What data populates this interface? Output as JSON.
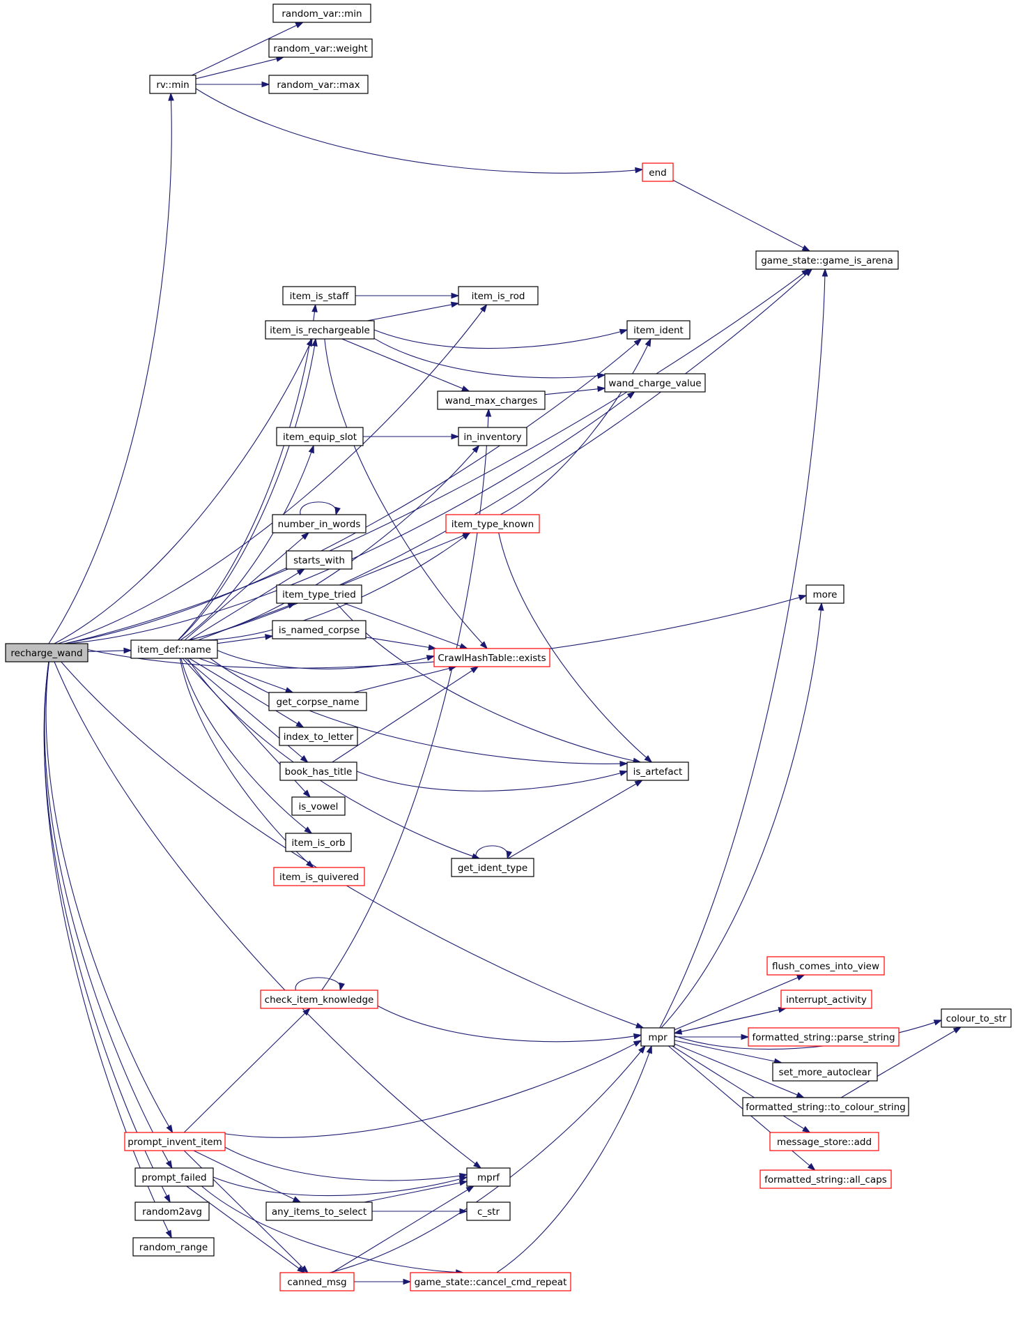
{
  "colors": {
    "edge": "#191970",
    "red_border": "#ff0000",
    "root_fill": "#bfbfbf"
  },
  "nodes": [
    {
      "id": "recharge_wand",
      "label": "recharge_wand",
      "style": "root"
    },
    {
      "id": "rv_min",
      "label": "rv::min",
      "style": "normal"
    },
    {
      "id": "rv_var_min",
      "label": "random_var::min",
      "style": "normal"
    },
    {
      "id": "rv_var_weight",
      "label": "random_var::weight",
      "style": "normal"
    },
    {
      "id": "rv_var_max",
      "label": "random_var::max",
      "style": "normal"
    },
    {
      "id": "end",
      "label": "end",
      "style": "red"
    },
    {
      "id": "game_is_arena",
      "label": "game_state::game_is_arena",
      "style": "normal"
    },
    {
      "id": "item_is_staff",
      "label": "item_is_staff",
      "style": "normal"
    },
    {
      "id": "item_is_rod",
      "label": "item_is_rod",
      "style": "normal"
    },
    {
      "id": "item_is_rechargeable",
      "label": "item_is_rechargeable",
      "style": "normal"
    },
    {
      "id": "item_ident",
      "label": "item_ident",
      "style": "normal"
    },
    {
      "id": "wand_charge_value",
      "label": "wand_charge_value",
      "style": "normal"
    },
    {
      "id": "wand_max_charges",
      "label": "wand_max_charges",
      "style": "normal"
    },
    {
      "id": "item_equip_slot",
      "label": "item_equip_slot",
      "style": "normal"
    },
    {
      "id": "in_inventory",
      "label": "in_inventory",
      "style": "normal"
    },
    {
      "id": "item_type_known",
      "label": "item_type_known",
      "style": "red"
    },
    {
      "id": "number_in_words",
      "label": "number_in_words",
      "style": "normal"
    },
    {
      "id": "starts_with",
      "label": "starts_with",
      "style": "normal"
    },
    {
      "id": "item_type_tried",
      "label": "item_type_tried",
      "style": "normal"
    },
    {
      "id": "more",
      "label": "more",
      "style": "normal"
    },
    {
      "id": "is_named_corpse",
      "label": "is_named_corpse",
      "style": "normal"
    },
    {
      "id": "item_def_name",
      "label": "item_def::name",
      "style": "normal"
    },
    {
      "id": "hash_exists",
      "label": "CrawlHashTable::exists",
      "style": "red"
    },
    {
      "id": "get_corpse_name",
      "label": "get_corpse_name",
      "style": "normal"
    },
    {
      "id": "index_to_letter",
      "label": "index_to_letter",
      "style": "normal"
    },
    {
      "id": "book_has_title",
      "label": "book_has_title",
      "style": "normal"
    },
    {
      "id": "is_artefact",
      "label": "is_artefact",
      "style": "normal"
    },
    {
      "id": "is_vowel",
      "label": "is_vowel",
      "style": "normal"
    },
    {
      "id": "item_is_orb",
      "label": "item_is_orb",
      "style": "normal"
    },
    {
      "id": "item_is_quivered",
      "label": "item_is_quivered",
      "style": "red"
    },
    {
      "id": "get_ident_type",
      "label": "get_ident_type",
      "style": "normal"
    },
    {
      "id": "flush_comes",
      "label": "flush_comes_into_view",
      "style": "red"
    },
    {
      "id": "check_item_knowledge",
      "label": "check_item_knowledge",
      "style": "red"
    },
    {
      "id": "interrupt_activity",
      "label": "interrupt_activity",
      "style": "red"
    },
    {
      "id": "colour_to_str",
      "label": "colour_to_str",
      "style": "normal"
    },
    {
      "id": "mpr",
      "label": "mpr",
      "style": "normal"
    },
    {
      "id": "parse_string",
      "label": "formatted_string::parse_string",
      "style": "red"
    },
    {
      "id": "set_more_autoclear",
      "label": "set_more_autoclear",
      "style": "normal"
    },
    {
      "id": "to_colour_string",
      "label": "formatted_string::to_colour_string",
      "style": "normal"
    },
    {
      "id": "prompt_invent_item",
      "label": "prompt_invent_item",
      "style": "red"
    },
    {
      "id": "message_store_add",
      "label": "message_store::add",
      "style": "red"
    },
    {
      "id": "mprf",
      "label": "mprf",
      "style": "normal"
    },
    {
      "id": "prompt_failed",
      "label": "prompt_failed",
      "style": "normal"
    },
    {
      "id": "all_caps",
      "label": "formatted_string::all_caps",
      "style": "red"
    },
    {
      "id": "random2avg",
      "label": "random2avg",
      "style": "normal"
    },
    {
      "id": "any_items_to_select",
      "label": "any_items_to_select",
      "style": "normal"
    },
    {
      "id": "c_str",
      "label": "c_str",
      "style": "normal"
    },
    {
      "id": "random_range",
      "label": "random_range",
      "style": "normal"
    },
    {
      "id": "canned_msg",
      "label": "canned_msg",
      "style": "red"
    },
    {
      "id": "cancel_cmd_repeat",
      "label": "game_state::cancel_cmd_repeat",
      "style": "red"
    }
  ],
  "edges": [
    [
      "recharge_wand",
      "rv_min"
    ],
    [
      "recharge_wand",
      "game_is_arena"
    ],
    [
      "recharge_wand",
      "item_ident"
    ],
    [
      "recharge_wand",
      "item_is_rod"
    ],
    [
      "recharge_wand",
      "item_is_rechargeable"
    ],
    [
      "recharge_wand",
      "wand_charge_value"
    ],
    [
      "recharge_wand",
      "more"
    ],
    [
      "recharge_wand",
      "item_def_name"
    ],
    [
      "recharge_wand",
      "mpr"
    ],
    [
      "recharge_wand",
      "mprf"
    ],
    [
      "recharge_wand",
      "prompt_invent_item"
    ],
    [
      "recharge_wand",
      "prompt_failed"
    ],
    [
      "recharge_wand",
      "random2avg"
    ],
    [
      "recharge_wand",
      "random_range"
    ],
    [
      "rv_min",
      "rv_var_min"
    ],
    [
      "rv_min",
      "rv_var_weight"
    ],
    [
      "rv_min",
      "rv_var_max"
    ],
    [
      "rv_min",
      "end"
    ],
    [
      "end",
      "game_is_arena"
    ],
    [
      "item_is_staff",
      "item_is_rod"
    ],
    [
      "item_is_rechargeable",
      "item_is_rod"
    ],
    [
      "item_is_rechargeable",
      "item_ident"
    ],
    [
      "item_is_rechargeable",
      "wand_max_charges"
    ],
    [
      "item_is_rechargeable",
      "wand_charge_value"
    ],
    [
      "item_is_rechargeable",
      "hash_exists"
    ],
    [
      "wand_max_charges",
      "wand_charge_value"
    ],
    [
      "item_equip_slot",
      "in_inventory"
    ],
    [
      "item_type_known",
      "item_ident"
    ],
    [
      "item_type_known",
      "is_artefact"
    ],
    [
      "number_in_words",
      "number_in_words"
    ],
    [
      "item_type_tried",
      "item_type_known"
    ],
    [
      "item_type_tried",
      "hash_exists"
    ],
    [
      "item_type_tried",
      "is_artefact"
    ],
    [
      "is_named_corpse",
      "hash_exists"
    ],
    [
      "get_corpse_name",
      "hash_exists"
    ],
    [
      "book_has_title",
      "hash_exists"
    ],
    [
      "book_has_title",
      "is_artefact"
    ],
    [
      "get_ident_type",
      "get_ident_type"
    ],
    [
      "get_ident_type",
      "is_artefact"
    ],
    [
      "item_def_name",
      "game_is_arena"
    ],
    [
      "item_def_name",
      "item_is_staff"
    ],
    [
      "item_def_name",
      "item_is_rechargeable"
    ],
    [
      "item_def_name",
      "in_inventory"
    ],
    [
      "item_def_name",
      "item_equip_slot"
    ],
    [
      "item_def_name",
      "item_type_known"
    ],
    [
      "item_def_name",
      "number_in_words"
    ],
    [
      "item_def_name",
      "starts_with"
    ],
    [
      "item_def_name",
      "item_type_tried"
    ],
    [
      "item_def_name",
      "is_named_corpse"
    ],
    [
      "item_def_name",
      "hash_exists"
    ],
    [
      "item_def_name",
      "get_corpse_name"
    ],
    [
      "item_def_name",
      "index_to_letter"
    ],
    [
      "item_def_name",
      "book_has_title"
    ],
    [
      "item_def_name",
      "is_vowel"
    ],
    [
      "item_def_name",
      "item_is_orb"
    ],
    [
      "item_def_name",
      "item_is_quivered"
    ],
    [
      "item_def_name",
      "get_ident_type"
    ],
    [
      "item_def_name",
      "is_artefact"
    ],
    [
      "check_item_knowledge",
      "check_item_knowledge"
    ],
    [
      "check_item_knowledge",
      "wand_max_charges"
    ],
    [
      "check_item_knowledge",
      "mpr"
    ],
    [
      "prompt_invent_item",
      "check_item_knowledge"
    ],
    [
      "prompt_invent_item",
      "mpr"
    ],
    [
      "prompt_invent_item",
      "mprf"
    ],
    [
      "prompt_invent_item",
      "any_items_to_select"
    ],
    [
      "prompt_invent_item",
      "canned_msg"
    ],
    [
      "prompt_failed",
      "mprf"
    ],
    [
      "prompt_failed",
      "canned_msg"
    ],
    [
      "prompt_failed",
      "cancel_cmd_repeat"
    ],
    [
      "any_items_to_select",
      "mprf"
    ],
    [
      "any_items_to_select",
      "c_str"
    ],
    [
      "canned_msg",
      "mprf"
    ],
    [
      "canned_msg",
      "cancel_cmd_repeat"
    ],
    [
      "canned_msg",
      "mpr"
    ],
    [
      "cancel_cmd_repeat",
      "mpr"
    ],
    [
      "mpr",
      "game_is_arena"
    ],
    [
      "mpr",
      "more"
    ],
    [
      "mpr",
      "flush_comes"
    ],
    [
      "mpr",
      "interrupt_activity"
    ],
    [
      "mpr",
      "colour_to_str"
    ],
    [
      "mpr",
      "parse_string"
    ],
    [
      "mpr",
      "set_more_autoclear"
    ],
    [
      "mpr",
      "to_colour_string"
    ],
    [
      "mpr",
      "message_store_add"
    ],
    [
      "mpr",
      "all_caps"
    ],
    [
      "interrupt_activity",
      "mpr"
    ],
    [
      "to_colour_string",
      "colour_to_str"
    ]
  ]
}
